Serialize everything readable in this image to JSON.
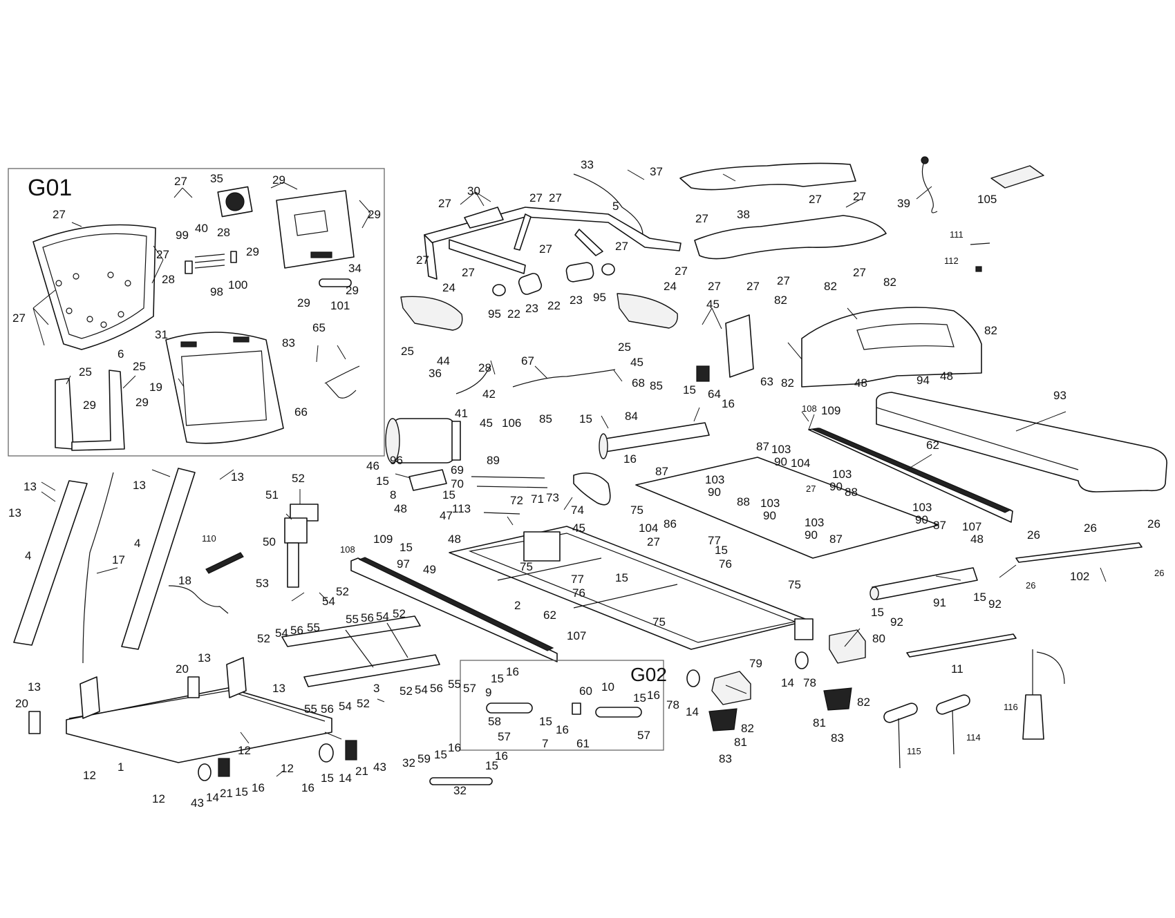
{
  "group_labels": {
    "g01": "G01",
    "g02": "G02"
  },
  "callouts": {
    "n27a": "27",
    "n27b": "27",
    "n27c": "27",
    "n27d": "27",
    "n35": "35",
    "n29a": "29",
    "n29b": "29",
    "n29c": "29",
    "n29d": "29",
    "n99": "99",
    "n40": "40",
    "n28a": "28",
    "n28b": "28",
    "n98": "98",
    "n100": "100",
    "n34": "34",
    "n101": "101",
    "n31": "31",
    "n19": "19",
    "n6": "6",
    "n25a": "25",
    "n25b": "25",
    "n29e": "29",
    "n29f": "29",
    "n83a": "83",
    "n65": "65",
    "n66": "66",
    "n33": "33",
    "n30": "30",
    "n27e": "27",
    "n27f": "27",
    "n27g": "27",
    "n5": "5",
    "n27h": "27",
    "n27i": "27",
    "n27j": "27",
    "n27k": "27",
    "n24a": "24",
    "n25c": "25",
    "n95a": "95",
    "n22a": "22",
    "n23a": "23",
    "n22b": "22",
    "n23b": "23",
    "n95b": "95",
    "n24b": "24",
    "n25d": "25",
    "n37": "37",
    "n38": "38",
    "n27l": "27",
    "n27m": "27",
    "n27n": "27",
    "n27o": "27",
    "n27p": "27",
    "n27q": "27",
    "n27r": "27",
    "n27s": "27",
    "n39": "39",
    "n105": "105",
    "n111": "111",
    "n112": "112",
    "n82a": "82",
    "n82b": "82",
    "n82c": "82",
    "n82d": "82",
    "n82e": "82",
    "n94": "94",
    "n48a": "48",
    "n48b": "48",
    "n45a": "45",
    "n63": "63",
    "n64": "64",
    "n93": "93",
    "n44": "44",
    "n28c": "28",
    "n36": "36",
    "n42": "42",
    "n41": "41",
    "n67": "67",
    "n45b": "45",
    "n68": "68",
    "n45c": "45",
    "n106": "106",
    "n89": "89",
    "n85a": "85",
    "n15a": "15",
    "n16a": "16",
    "n85b": "85",
    "n15b": "15",
    "n84": "84",
    "n16b": "16",
    "n108a": "108",
    "n109a": "109",
    "n62a": "62",
    "n87a": "87",
    "n103a": "103",
    "n90a": "90",
    "n104a": "104",
    "n27t": "27",
    "n103b": "103",
    "n90b": "90",
    "n88a": "88",
    "n87b": "87",
    "n103c": "103",
    "n90c": "90",
    "n88b": "88",
    "n103d": "103",
    "n90d": "90",
    "n86": "86",
    "n103e": "103",
    "n90e": "90",
    "n87c": "87",
    "n103f": "103",
    "n90f": "90",
    "n87d": "87",
    "n107a": "107",
    "n48c": "48",
    "n13a": "13",
    "n13b": "13",
    "n13c": "13",
    "n13d": "13",
    "n4a": "4",
    "n4b": "4",
    "n17": "17",
    "n110": "110",
    "n18": "18",
    "n52a": "52",
    "n51": "51",
    "n50": "50",
    "n53": "53",
    "n54a": "54",
    "n52b": "52",
    "n46": "46",
    "n96": "96",
    "n15c": "15",
    "n8": "8",
    "n69": "69",
    "n70": "70",
    "n15d": "15",
    "n113": "113",
    "n47": "47",
    "n48d": "48",
    "n72": "72",
    "n71": "71",
    "n73": "73",
    "n74": "74",
    "n75a": "75",
    "n104b": "104",
    "n27u": "27",
    "n77a": "77",
    "n15e": "15",
    "n76a": "76",
    "n108b": "108",
    "n109b": "109",
    "n48e": "48",
    "n15f": "15",
    "n97": "97",
    "n49": "49",
    "n45d": "45",
    "n75b": "75",
    "n77b": "77",
    "n15g": "15",
    "n76b": "76",
    "n2": "2",
    "n75c": "75",
    "n75d": "75",
    "n62b": "62",
    "n107b": "107",
    "n26a": "26",
    "n26b": "26",
    "n26c": "26",
    "n26d": "26",
    "n26e": "26",
    "n102": "102",
    "n91": "91",
    "n15h": "15",
    "n92a": "92",
    "n15i": "15",
    "n92b": "92",
    "n52c": "52",
    "n54b": "54",
    "n56a": "56",
    "n55a": "55",
    "n55b": "55",
    "n56b": "56",
    "n54c": "54",
    "n52d": "52",
    "n3": "3",
    "n55c": "55",
    "n56c": "56",
    "n54d": "54",
    "n52e": "52",
    "n52f": "52",
    "n54e": "54",
    "n56d": "56",
    "n55d": "55",
    "n13e": "13",
    "n20a": "20",
    "n13f": "13",
    "n13g": "13",
    "n20b": "20",
    "n12a": "12",
    "n1": "1",
    "n12b": "12",
    "n43a": "43",
    "n14a": "14",
    "n21a": "21",
    "n15j": "15",
    "n16c": "16",
    "n12c": "12",
    "n16d": "16",
    "n15k": "15",
    "n14b": "14",
    "n21b": "21",
    "n43b": "43",
    "n57a": "57",
    "n9": "9",
    "n15l": "15",
    "n16e": "16",
    "n58": "58",
    "n60": "60",
    "n10": "10",
    "n15m": "15",
    "n16f": "16",
    "n57b": "57",
    "n57c": "57",
    "n15n": "15",
    "n16g": "16",
    "n7": "7",
    "n61": "61",
    "n32a": "32",
    "n59": "59",
    "n15o": "15",
    "n16h": "16",
    "n15p": "15",
    "n16i": "16",
    "n32b": "32",
    "n79": "79",
    "n78a": "78",
    "n14c": "14",
    "n82f": "82",
    "n81a": "81",
    "n83b": "83",
    "n14d": "14",
    "n78b": "78",
    "n80": "80",
    "n82g": "82",
    "n81b": "81",
    "n83c": "83",
    "n11": "11",
    "n115": "115",
    "n114": "114",
    "n116": "116"
  }
}
